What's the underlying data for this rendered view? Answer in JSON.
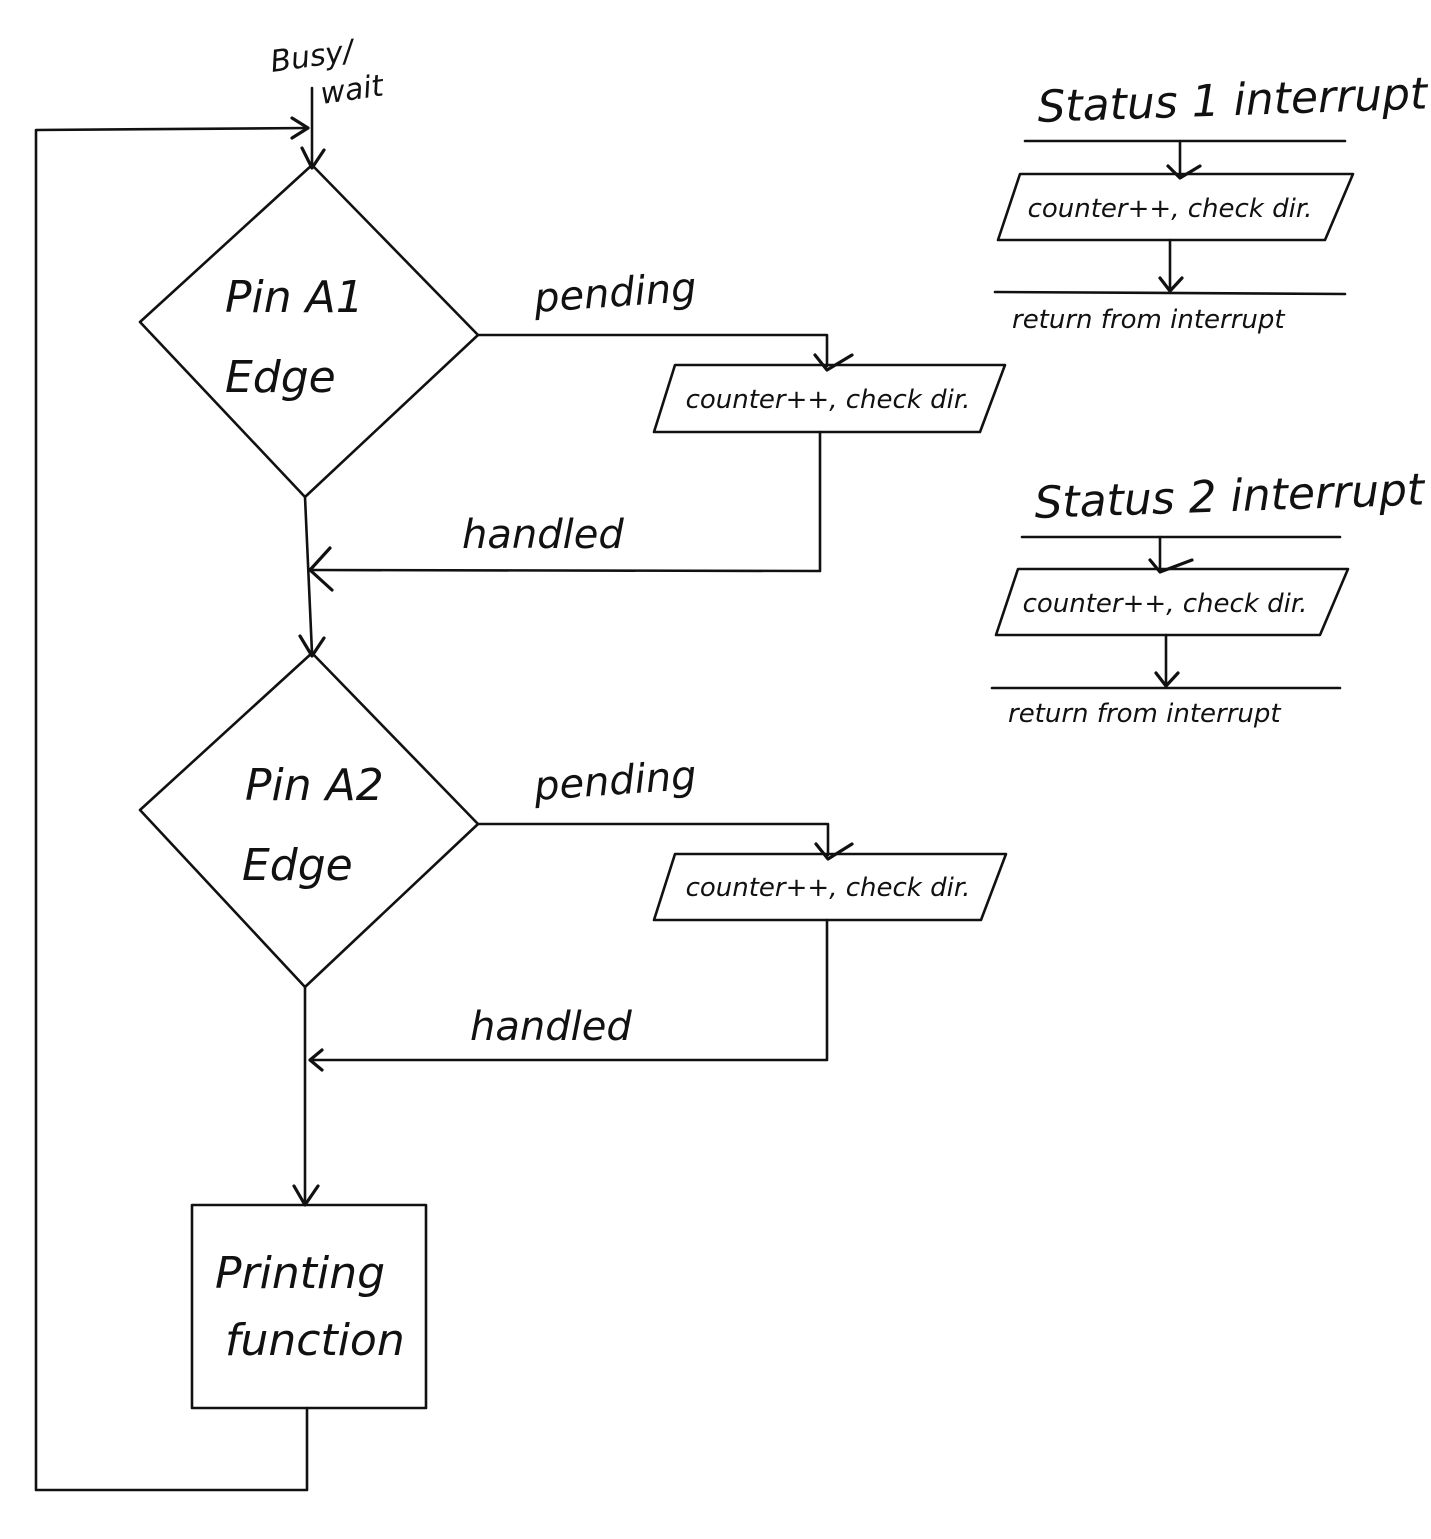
{
  "flow": {
    "start_label_line1": "Busy/",
    "start_label_line2": "wait",
    "decision1": {
      "line1": "Pin A1",
      "line2": "Edge"
    },
    "decision2": {
      "line1": "Pin A2",
      "line2": "Edge"
    },
    "pending_label": "pending",
    "handled_label": "handled",
    "process_label": "counter++, check dir.",
    "print_box": {
      "line1": "Printing",
      "line2": "function"
    }
  },
  "interrupts": [
    {
      "title": "Status 1 interrupt",
      "process": "counter++, check dir.",
      "return": "return from interrupt"
    },
    {
      "title": "Status 2 interrupt",
      "process": "counter++, check dir.",
      "return": "return from interrupt"
    }
  ]
}
